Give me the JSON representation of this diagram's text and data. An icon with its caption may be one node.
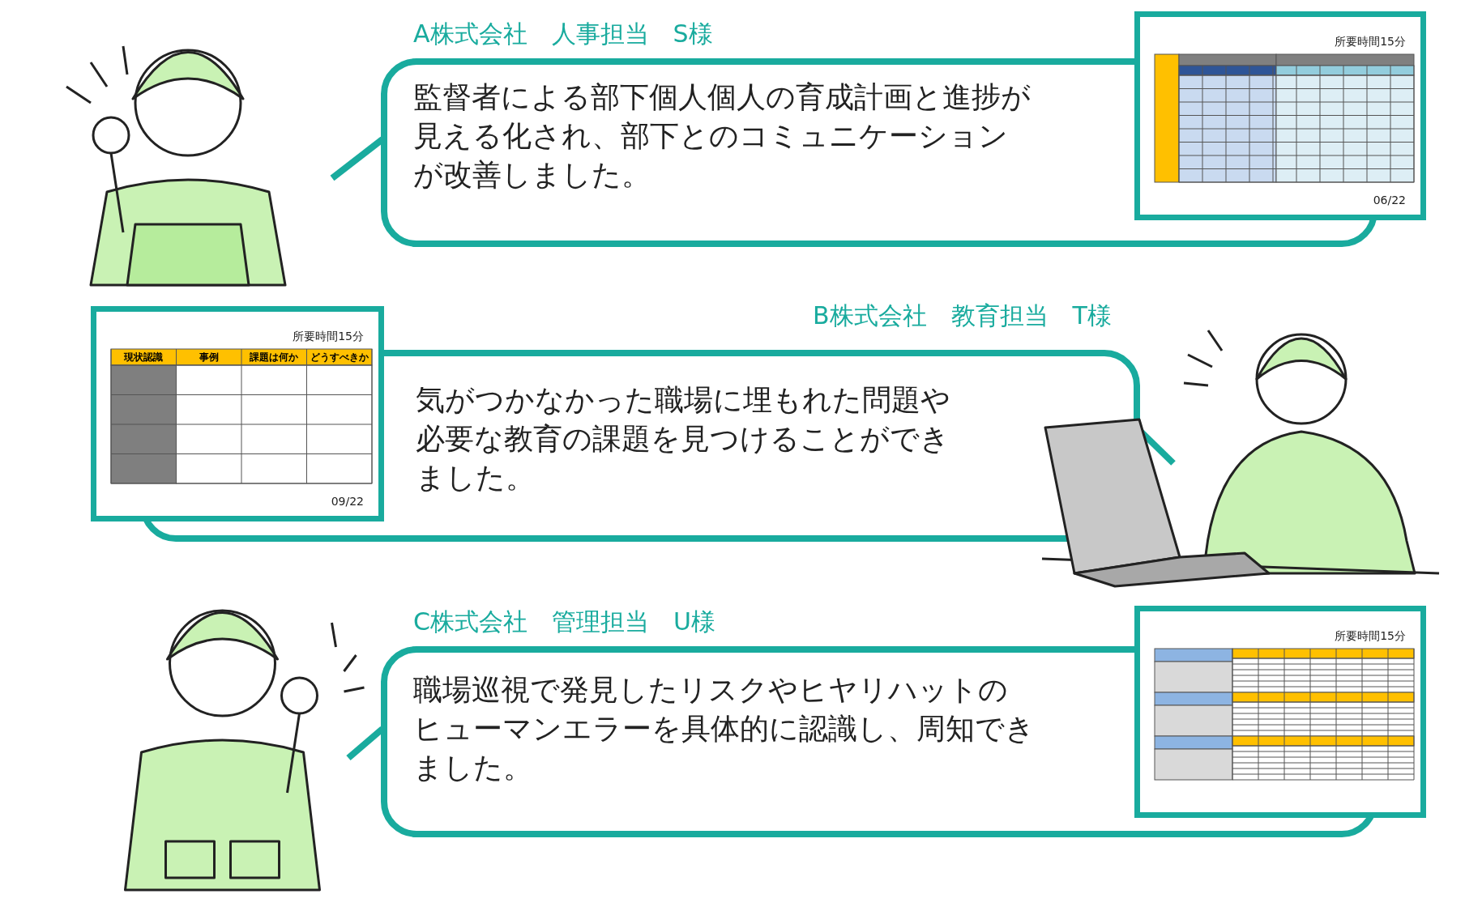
{
  "diagram": {
    "nodes": [
      {
        "text": [],
        "shape": "picture"
      },
      {
        "text": [
          "A株式会社　人事担当　S様",
          "監督者による部下個人個人の育成計画と進捗が見える化され、部下とのコミュニケーションが改善しました。"
        ]
      },
      {
        "text": [
          "所要時間15分",
          "06/22"
        ]
      },
      {
        "text": [
          "所要時間15分",
          "現状認識",
          "事例",
          "課題は何か",
          "どうすべきか",
          "09/22"
        ]
      },
      {
        "text": [
          "B株式会社　教育担当　T様",
          "気がつかなかった職場に埋もれた問題や必要な教育の課題を見つけることができました。"
        ]
      },
      {
        "text": [],
        "shape": "picture"
      },
      {
        "text": [],
        "shape": "picture"
      },
      {
        "text": [
          "C株式会社　管理担当　U様",
          "職場巡視で発見したリスクやヒヤリハットのヒューマンエラーを具体的に認識し、周知できました。"
        ]
      },
      {
        "text": [
          "所要時間15分"
        ]
      }
    ]
  }
}
